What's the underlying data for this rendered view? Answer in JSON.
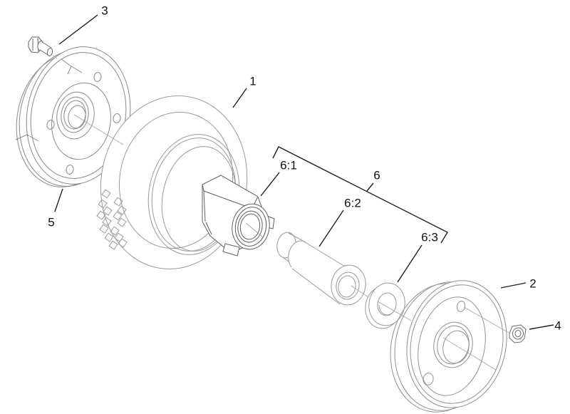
{
  "diagram": {
    "type": "exploded-parts-diagram",
    "background": "#ffffff",
    "part_line_color": "#8a8a8a",
    "dark_line_color": "#5f5f5f",
    "callout_line_color": "#1f1f1f",
    "label_color": "#111111",
    "centerline_color": "#a8a8a8",
    "callouts": [
      {
        "label": "3"
      },
      {
        "label": "1"
      },
      {
        "label": "5"
      },
      {
        "label": "6"
      },
      {
        "label": "6:1"
      },
      {
        "label": "6:2"
      },
      {
        "label": "6:3"
      },
      {
        "label": "2"
      },
      {
        "label": "4"
      }
    ]
  }
}
